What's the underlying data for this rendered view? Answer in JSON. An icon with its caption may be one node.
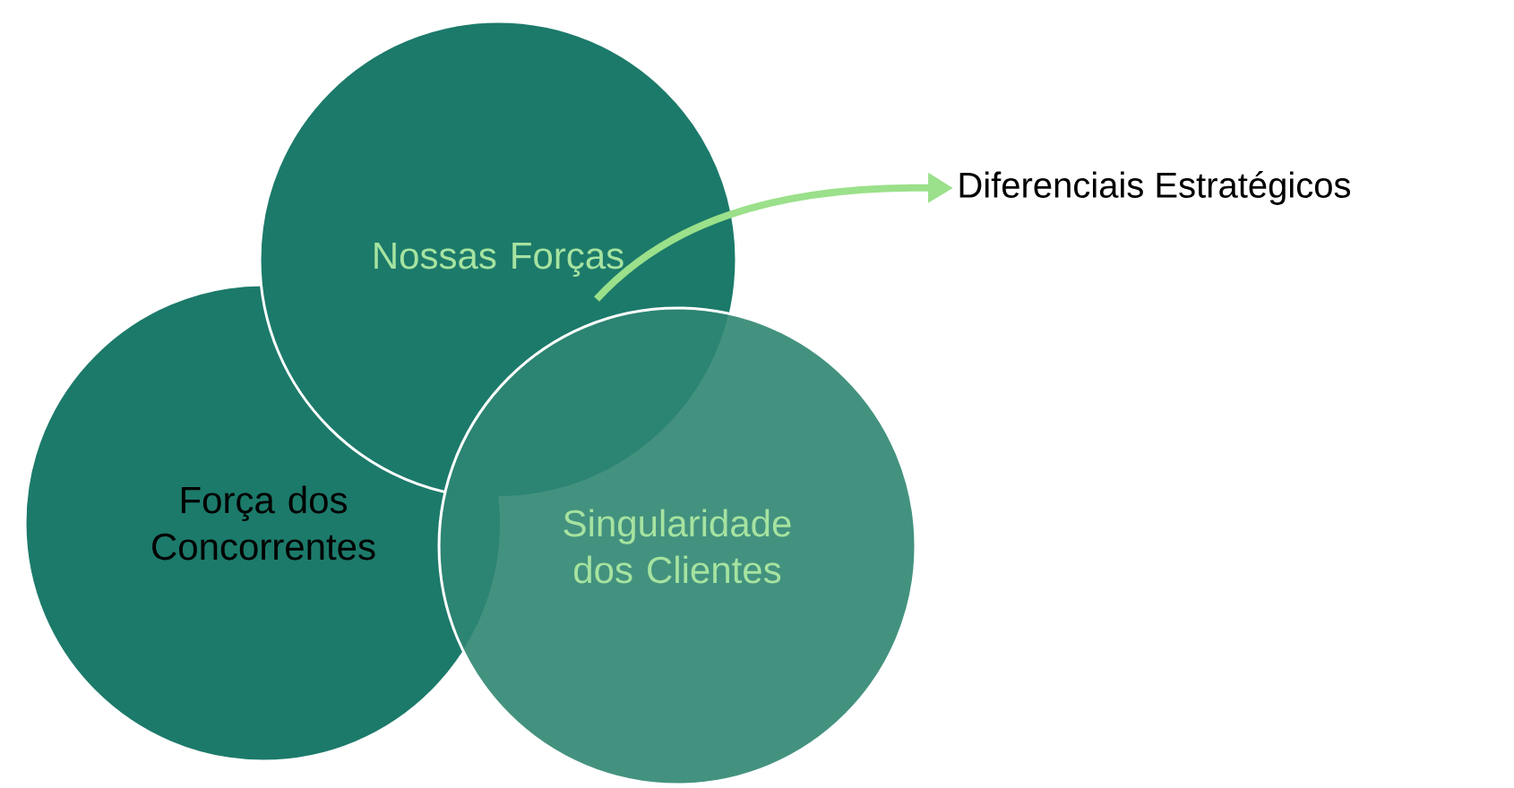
{
  "diagram": {
    "nodes": [
      {
        "text": [
          "Nossas Forças"
        ]
      },
      {
        "text": [
          "Força dos Concorrentes"
        ]
      },
      {
        "text": [
          "Singularidade dos Clientes"
        ]
      },
      {
        "text": [
          "Diferenciais Estratégicos"
        ]
      }
    ],
    "edges": [
      {
        "from": 0,
        "to": 3,
        "arrow": "to"
      }
    ]
  }
}
